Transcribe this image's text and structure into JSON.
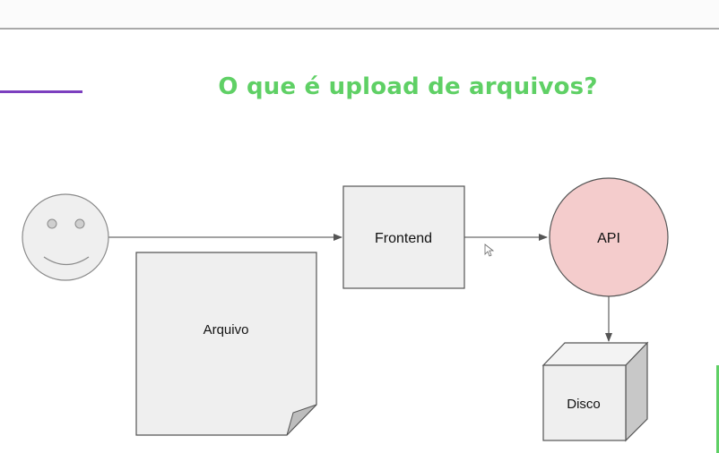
{
  "slide": {
    "title": "O que é upload de arquivos?",
    "accent_color": "#7c3fbf",
    "title_color": "#5fd065"
  },
  "diagram": {
    "nodes": {
      "user": {
        "icon": "smiley-face-icon"
      },
      "arquivo": {
        "label": "Arquivo",
        "shape": "folded-note"
      },
      "frontend": {
        "label": "Frontend",
        "shape": "rectangle"
      },
      "api": {
        "label": "API",
        "shape": "circle",
        "fill": "#f4cccc"
      },
      "disco": {
        "label": "Disco",
        "shape": "cube"
      }
    },
    "edges": [
      {
        "from": "user",
        "to": "frontend"
      },
      {
        "from": "frontend",
        "to": "api"
      },
      {
        "from": "api",
        "to": "disco"
      }
    ]
  }
}
